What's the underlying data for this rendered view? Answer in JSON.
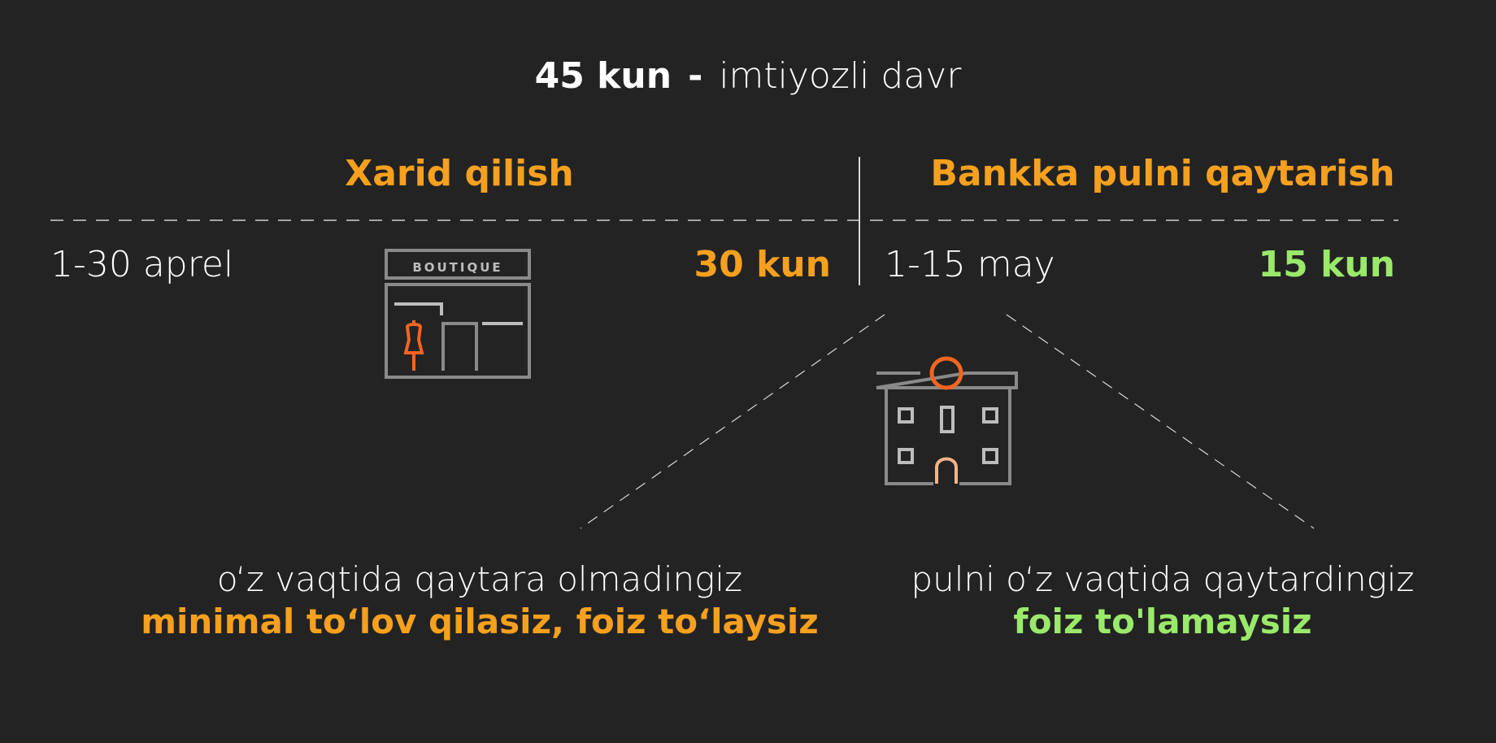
{
  "header": {
    "days": "45 kun",
    "separator": "-",
    "label": "imtiyozli davr"
  },
  "purchase": {
    "title": "Xarid qilish",
    "dates": "1-30 aprel",
    "duration": "30 kun",
    "icon": "boutique-icon",
    "sign": "BOUTIQUE"
  },
  "repayment": {
    "title": "Bankka pulni qaytarish",
    "dates": "1-15 may",
    "duration": "15 kun",
    "icon": "bank-icon"
  },
  "outcomes": {
    "late": {
      "line1": "o‘z vaqtida qaytara olmadingiz",
      "line2": "minimal to‘lov qilasiz, foiz to‘laysiz"
    },
    "on_time": {
      "line1": "pulni o‘z vaqtida qaytardingiz",
      "line2": "foiz to'lamaysiz"
    }
  },
  "colors": {
    "background": "#232323",
    "accent_orange": "#f5a01e",
    "accent_green": "#9ae96a",
    "icon_orange": "#f26522",
    "icon_gray": "#8a8a8a"
  }
}
